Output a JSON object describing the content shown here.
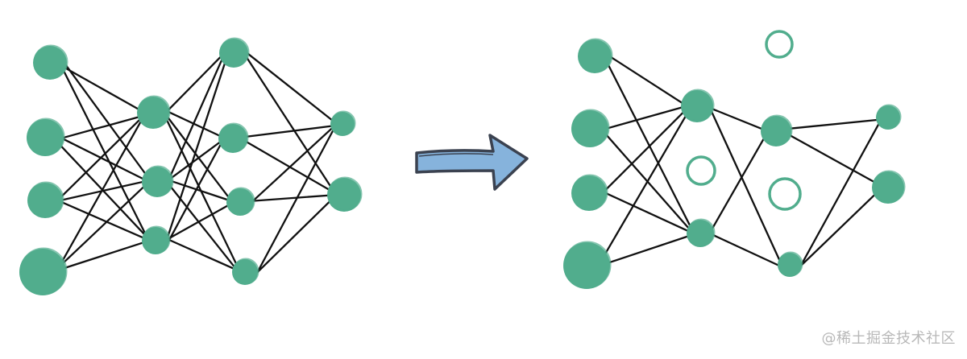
{
  "diagram": {
    "description_free": true,
    "colors": {
      "node_fill": "#51ad8d",
      "dropout_stroke": "#51ad8d",
      "edge": "#111111",
      "arrow_fill": "#86b3dc",
      "arrow_stroke": "#3b4250"
    },
    "icons": {
      "arrow": "right-arrow-icon"
    },
    "networks": [
      {
        "id": "full",
        "layers": [
          {
            "id": "input",
            "nodes": [
              "in-1",
              "in-2",
              "in-3",
              "in-4"
            ],
            "active": [
              true,
              true,
              true,
              true
            ]
          },
          {
            "id": "hidden-1",
            "nodes": [
              "h1-1",
              "h1-2",
              "h1-3"
            ],
            "active": [
              true,
              true,
              true
            ]
          },
          {
            "id": "hidden-2",
            "nodes": [
              "h2-1",
              "h2-2",
              "h2-3",
              "h2-4"
            ],
            "active": [
              true,
              true,
              true,
              true
            ]
          },
          {
            "id": "output",
            "nodes": [
              "out-1",
              "out-2"
            ],
            "active": [
              true,
              true
            ]
          }
        ]
      },
      {
        "id": "dropout",
        "layers": [
          {
            "id": "input",
            "nodes": [
              "in-1",
              "in-2",
              "in-3",
              "in-4"
            ],
            "active": [
              true,
              true,
              true,
              true
            ]
          },
          {
            "id": "hidden-1",
            "nodes": [
              "h1-1",
              "h1-2",
              "h1-3"
            ],
            "active": [
              true,
              false,
              true
            ]
          },
          {
            "id": "hidden-2",
            "nodes": [
              "h2-1",
              "h2-2",
              "h2-3",
              "h2-4"
            ],
            "active": [
              false,
              true,
              false,
              true
            ]
          },
          {
            "id": "output",
            "nodes": [
              "out-1",
              "out-2"
            ],
            "active": [
              true,
              true
            ]
          }
        ]
      }
    ]
  },
  "watermark": {
    "text": "@稀土掘金技术社区"
  }
}
